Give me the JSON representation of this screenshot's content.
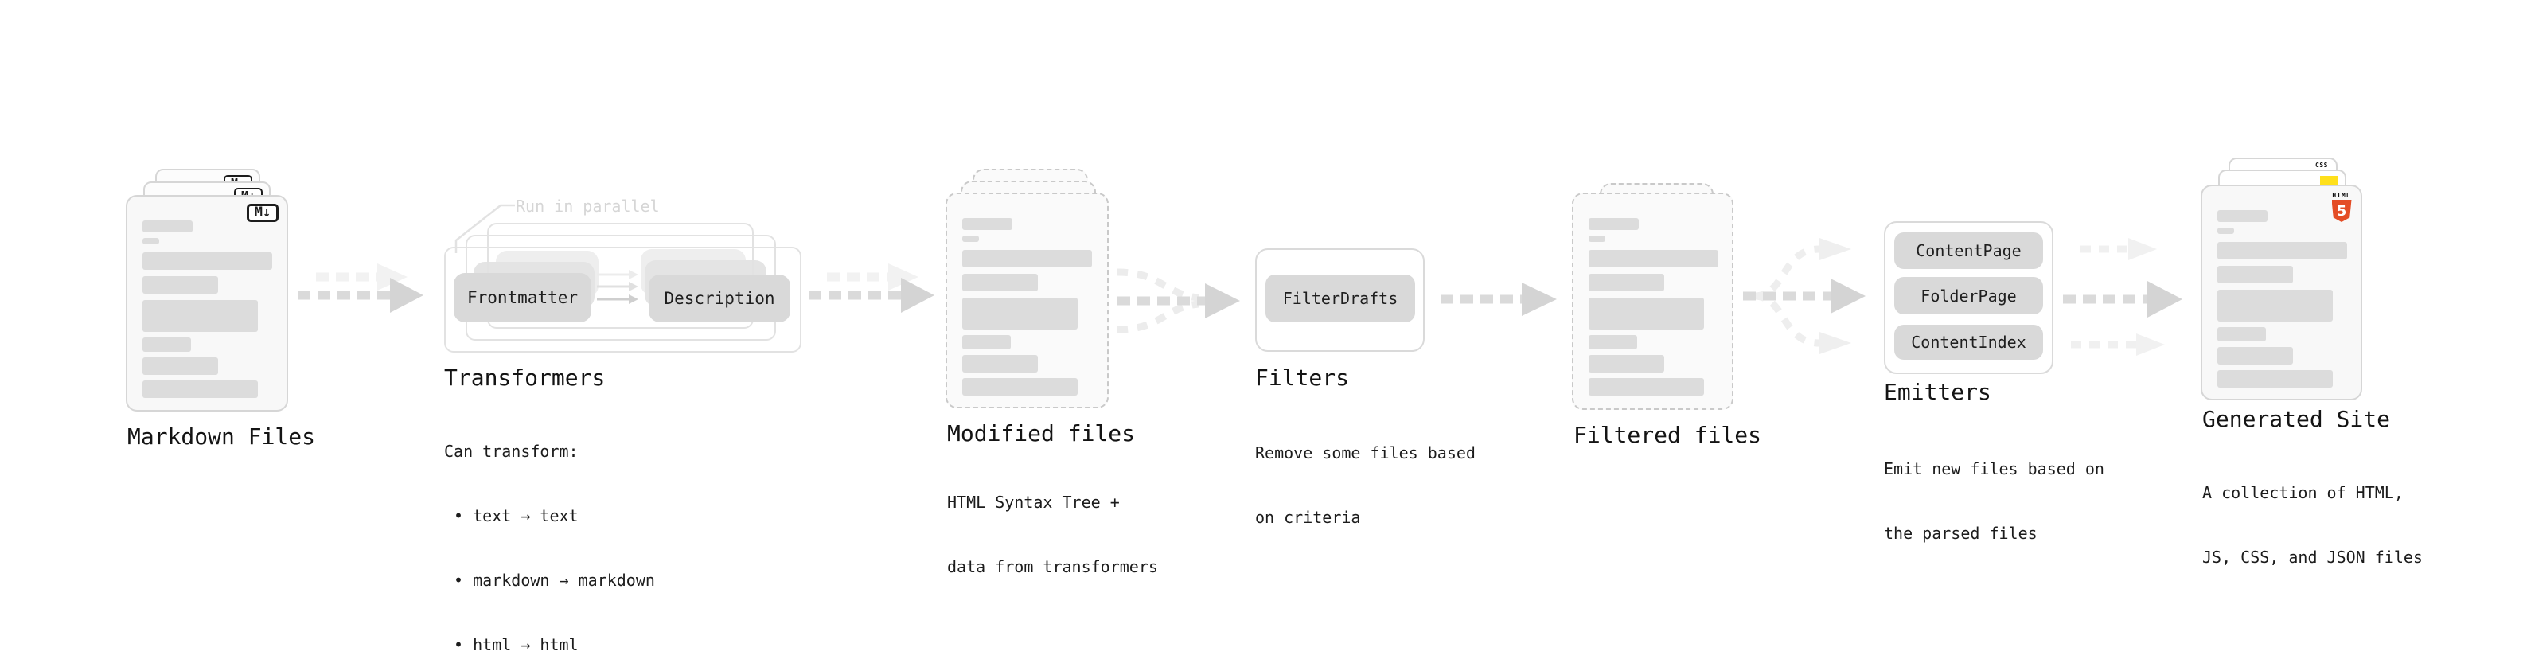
{
  "diagram": {
    "colors": {
      "html5_orange": "#e44d26",
      "js_yellow": "#ffe01b",
      "css_blue": "#2e6be5",
      "pill_gray": "#d9d9d9",
      "arrow_gray": "#d4d4d4"
    },
    "stages": {
      "markdown": {
        "title": "Markdown Files",
        "badge": "M↓"
      },
      "transformers": {
        "title": "Transformers",
        "note": "Run in parallel",
        "pill_left": "Frontmatter",
        "pill_right": "Description",
        "subtitle_lines": [
          "Can transform:",
          " • text → text",
          " • markdown → markdown",
          " • html → html"
        ]
      },
      "modified": {
        "title": "Modified files",
        "subtitle_lines": [
          "HTML Syntax Tree +",
          "data from transformers"
        ]
      },
      "filters": {
        "title": "Filters",
        "pill": "FilterDrafts",
        "subtitle_lines": [
          "Remove some files based",
          "on criteria"
        ]
      },
      "filtered": {
        "title": "Filtered files"
      },
      "emitters": {
        "title": "Emitters",
        "pills": [
          "ContentPage",
          "FolderPage",
          "ContentIndex"
        ],
        "subtitle_lines": [
          "Emit new files based on",
          "the parsed files"
        ]
      },
      "generated": {
        "title": "Generated Site",
        "subtitle_lines": [
          "A collection of HTML,",
          "JS, CSS, and JSON files"
        ],
        "css_badge": "CSS",
        "html_word": "HTML",
        "html_number": "5"
      }
    }
  }
}
